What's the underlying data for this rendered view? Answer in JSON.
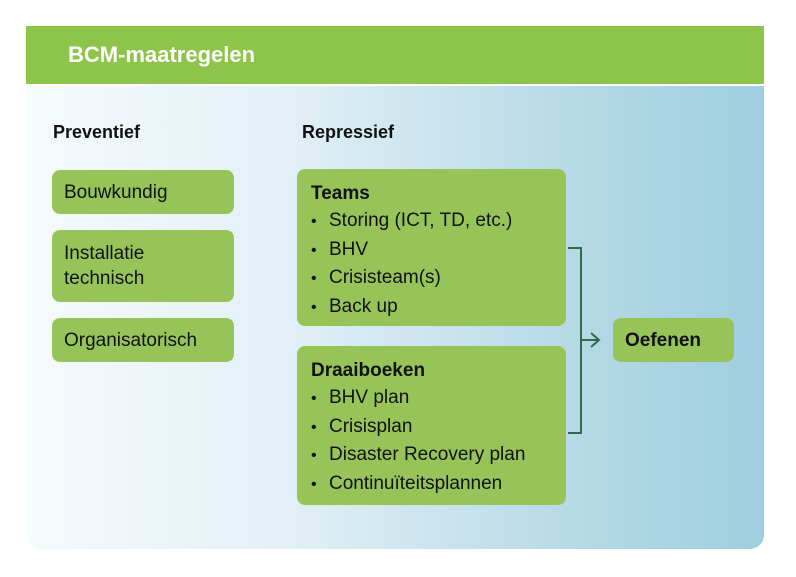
{
  "header": {
    "title": "BCM-maatregelen"
  },
  "columns": {
    "preventief": {
      "heading": "Preventief",
      "items": [
        "Bouwkundig",
        "Installatie technisch",
        "Organisatorisch"
      ]
    },
    "repressief": {
      "heading": "Repressief",
      "teams": {
        "title": "Teams",
        "items": [
          "Storing (ICT, TD, etc.)",
          "BHV",
          "Crisisteam(s)",
          "Back up"
        ]
      },
      "draaiboeken": {
        "title": "Draaiboeken",
        "items": [
          "BHV plan",
          "Crisisplan",
          "Disaster Recovery plan",
          "Continuïteitsplannen"
        ]
      }
    }
  },
  "result": {
    "label": "Oefenen"
  },
  "colors": {
    "header": "#8dc44a",
    "box": "#97c459",
    "connector": "#2e6b4f"
  }
}
